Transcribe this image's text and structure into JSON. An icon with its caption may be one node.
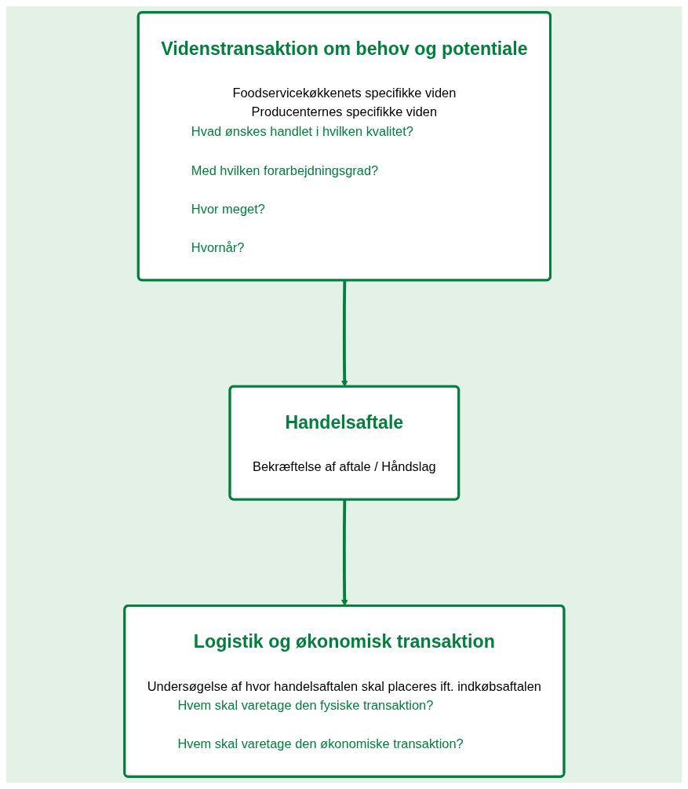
{
  "diagram": {
    "nodes": [
      {
        "text": [
          "Videnstransaktion om behov og potentiale",
          "Foodservicekøkkenets specifikke viden",
          "Producenternes specifikke viden",
          "Hvad ønskes handlet i hvilken kvalitet?",
          "Med hvilken forarbejdningsgrad?",
          "Hvor meget?",
          "Hvornår?"
        ]
      },
      {
        "text": [
          "Handelsaftale",
          "Bekræftelse af aftale / Håndslag"
        ]
      },
      {
        "text": [
          "Logistik og økonomisk transaktion",
          "Undersøgelse af hvor handelsaftalen skal placeres ift. indkøbsaftalen",
          "Hvem skal varetage den fysiske transaktion?",
          "Hvem skal varetage den økonomiske transaktion?"
        ]
      }
    ],
    "edges": [
      {
        "from": 0,
        "to": 1,
        "arrow": "to",
        "color": "#00803c"
      },
      {
        "from": 1,
        "to": 2,
        "arrow": "to",
        "color": "#00803c"
      }
    ]
  }
}
